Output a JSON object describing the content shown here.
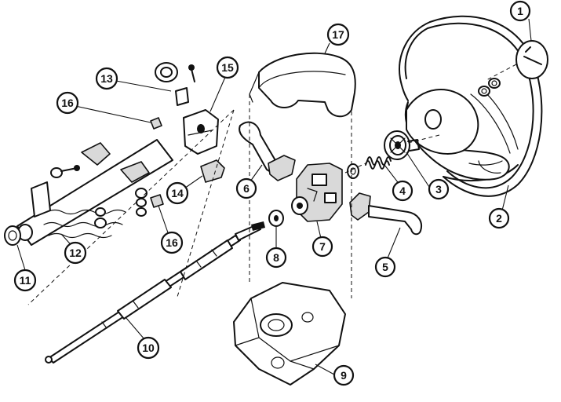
{
  "callouts": {
    "c1": "1",
    "c2": "2",
    "c3": "3",
    "c4": "4",
    "c5": "5",
    "c6": "6",
    "c7": "7",
    "c8": "8",
    "c9": "9",
    "c10": "10",
    "c11": "11",
    "c12": "12",
    "c13": "13",
    "c14": "14",
    "c15": "15",
    "c16a": "16",
    "c16b": "16",
    "c17": "17"
  }
}
